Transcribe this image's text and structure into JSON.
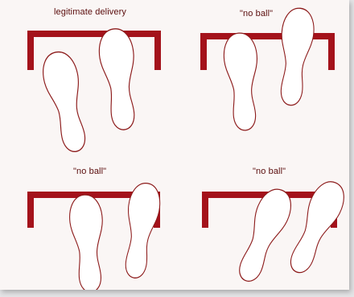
{
  "colors": {
    "crease": "#a4121b",
    "foot_outline": "#8c1a1a",
    "background": "#faf6f5",
    "label": "#5a0c0c"
  },
  "panels": [
    {
      "label": "legitimate delivery",
      "foot_icons": [
        "back-foot-icon",
        "front-foot-icon"
      ]
    },
    {
      "label": "\"no ball\"",
      "foot_icons": [
        "back-foot-icon",
        "front-foot-icon"
      ]
    },
    {
      "label": "\"no ball\"",
      "foot_icons": [
        "back-foot-icon",
        "front-foot-icon"
      ]
    },
    {
      "label": "\"no ball\"",
      "foot_icons": [
        "back-foot-icon",
        "front-foot-icon"
      ]
    }
  ]
}
